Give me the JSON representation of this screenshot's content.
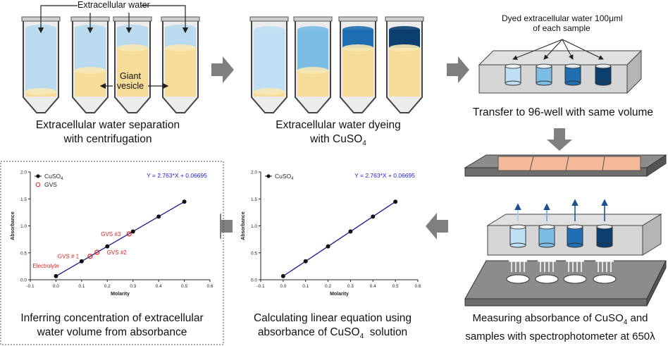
{
  "labels": {
    "extracellular_water": "Extracellular water",
    "giant_vesicle_1": "Giant",
    "giant_vesicle_2": "vesicle",
    "dyed_water_1": "Dyed extracellular water 100μml",
    "dyed_water_2": "of each sample"
  },
  "captions": {
    "step1_line1": "Extracellular water separation",
    "step1_line2": "with centrifugation",
    "step2_line1": "Extracellular water dyeing",
    "step2_line2": "with CuSO",
    "step2_sub": "4",
    "step3": "Transfer to 96-well with same volume",
    "step4_line1": "Measuring absorbance of CuSO",
    "step4_sub": "4",
    "step4_line1_end": " and",
    "step4_line2": "samples with spectrophotometer at 650λ",
    "step5_line1": "Calculating linear equation using",
    "step5_line2": "absorbance of CuSO",
    "step5_sub": "4",
    "step5_line2_end": "  solution",
    "step6_line1": "Inferring concentration of extracellular",
    "step6_line2": "water volume from absorbance"
  },
  "colors": {
    "tube_water": "#b9d9ee",
    "vesicle": "#f5dc98",
    "dye_levels": [
      "#bfe0f4",
      "#7cbde6",
      "#1f6fb2",
      "#0b3f6f"
    ],
    "arrow": "#7f7f7f",
    "plate_top": "#f4b99a",
    "fit_line": "#1a1a8c",
    "equation": "#2222cc",
    "gvs_marker": "#dd2222"
  },
  "chart_data": [
    {
      "type": "scatter",
      "name_id": "standard-curve",
      "series": [
        {
          "name": "CuSO4",
          "x": [
            0,
            0.1,
            0.2,
            0.3,
            0.4,
            0.5
          ],
          "y": [
            0.067,
            0.343,
            0.619,
            0.896,
            1.172,
            1.448
          ]
        }
      ],
      "equation": "Y = 2.763*X + 0.06695",
      "legend": [
        "CuSO",
        "4"
      ],
      "xlabel": "Molarity",
      "ylabel": "Absorbance",
      "xlim": [
        -0.1,
        0.6
      ],
      "ylim": [
        0.0,
        2.0
      ],
      "xticks": [
        "-0.1",
        "0.0",
        "0.1",
        "0.2",
        "0.3",
        "0.4",
        "0.5",
        "0.6"
      ],
      "yticks": [
        "0.0",
        "0.5",
        "1.0",
        "1.5",
        "2.0"
      ]
    },
    {
      "type": "scatter",
      "name_id": "inferred-curve",
      "series": [
        {
          "name": "CuSO4",
          "x": [
            0,
            0.1,
            0.2,
            0.3,
            0.4,
            0.5
          ],
          "y": [
            0.067,
            0.343,
            0.619,
            0.896,
            1.172,
            1.448
          ]
        },
        {
          "name": "GVS",
          "x": [
            0.133,
            0.16,
            0.285
          ],
          "y": [
            0.435,
            0.51,
            0.85
          ]
        }
      ],
      "annotations": [
        "Electrolyte",
        "GVS # 1",
        "GVS #2",
        "GVS #3"
      ],
      "equation": "Y = 2.763*X + 0.06695",
      "legend": [
        "CuSO",
        "4",
        "GVS"
      ],
      "xlabel": "Molarity",
      "ylabel": "Absorbance",
      "xlim": [
        -0.1,
        0.6
      ],
      "ylim": [
        0.0,
        2.0
      ],
      "xticks": [
        "-0.1",
        "0.0",
        "0.1",
        "0.2",
        "0.3",
        "0.4",
        "0.5",
        "0.6"
      ],
      "yticks": [
        "0.0",
        "0.5",
        "1.0",
        "1.5",
        "2.0"
      ]
    }
  ]
}
